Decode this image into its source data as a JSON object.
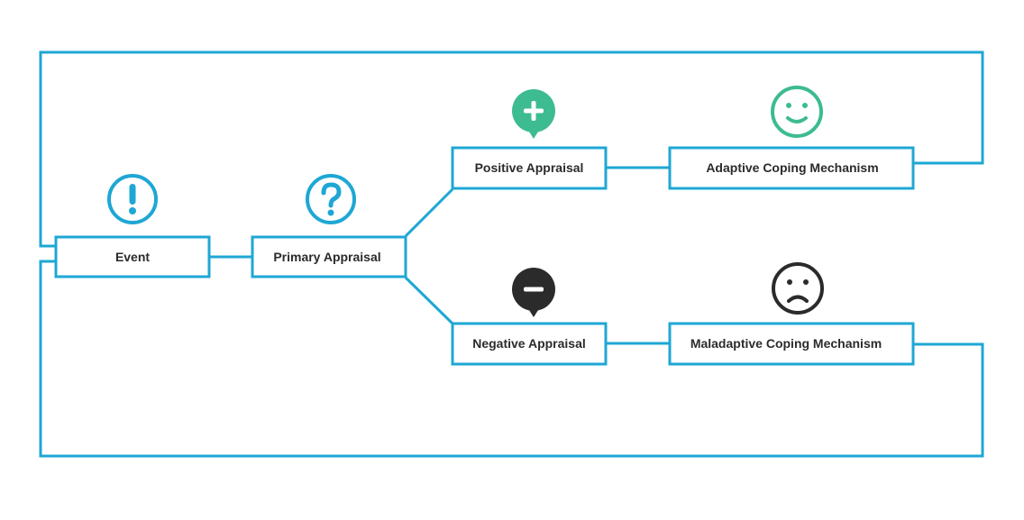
{
  "diagram": {
    "nodes": {
      "event": {
        "label": "Event"
      },
      "primary": {
        "label": "Primary Appraisal"
      },
      "positive": {
        "label": "Positive Appraisal"
      },
      "negative": {
        "label": "Negative Appraisal"
      },
      "adaptive": {
        "label": "Adaptive Coping Mechanism"
      },
      "maladaptive": {
        "label": "Maladaptive Coping Mechanism"
      }
    },
    "icons": {
      "event": "exclamation-icon",
      "primary": "question-icon",
      "positive": "plus-speech-icon",
      "negative": "minus-speech-icon",
      "adaptive": "smiley-icon",
      "maladaptive": "frown-icon"
    },
    "colors": {
      "line": "#1ea7d4",
      "positive": "#3dbb91",
      "negative": "#2b2b2b",
      "text": "#2b2b2b"
    }
  }
}
